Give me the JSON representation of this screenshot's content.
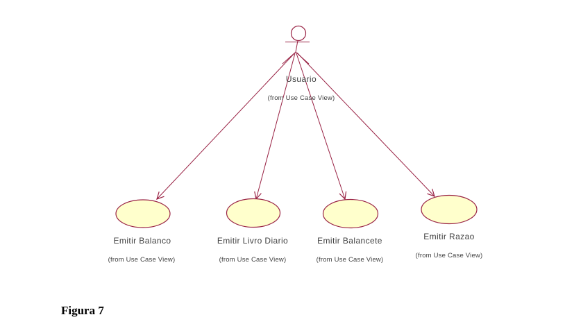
{
  "diagram": {
    "type": "uml-use-case-diagram",
    "actor": {
      "name": "Usuario",
      "stereotype": "(from Use Case View)"
    },
    "use_cases": [
      {
        "name": "Emitir Balanco",
        "stereotype": "(from Use Case View)"
      },
      {
        "name": "Emitir Livro Diario",
        "stereotype": "(from Use Case View)"
      },
      {
        "name": "Emitir Balancete",
        "stereotype": "(from Use Case View)"
      },
      {
        "name": "Emitir Razao",
        "stereotype": "(from Use Case View)"
      }
    ],
    "associations": [
      {
        "from": "Usuario",
        "to": "Emitir Balanco"
      },
      {
        "from": "Usuario",
        "to": "Emitir Livro Diario"
      },
      {
        "from": "Usuario",
        "to": "Emitir Balancete"
      },
      {
        "from": "Usuario",
        "to": "Emitir Razao"
      }
    ],
    "caption": "Figura 7",
    "colors": {
      "shape_border": "#992244",
      "shape_fill": "#FFFFCC",
      "text": "#404040",
      "caption": "#000000"
    }
  }
}
